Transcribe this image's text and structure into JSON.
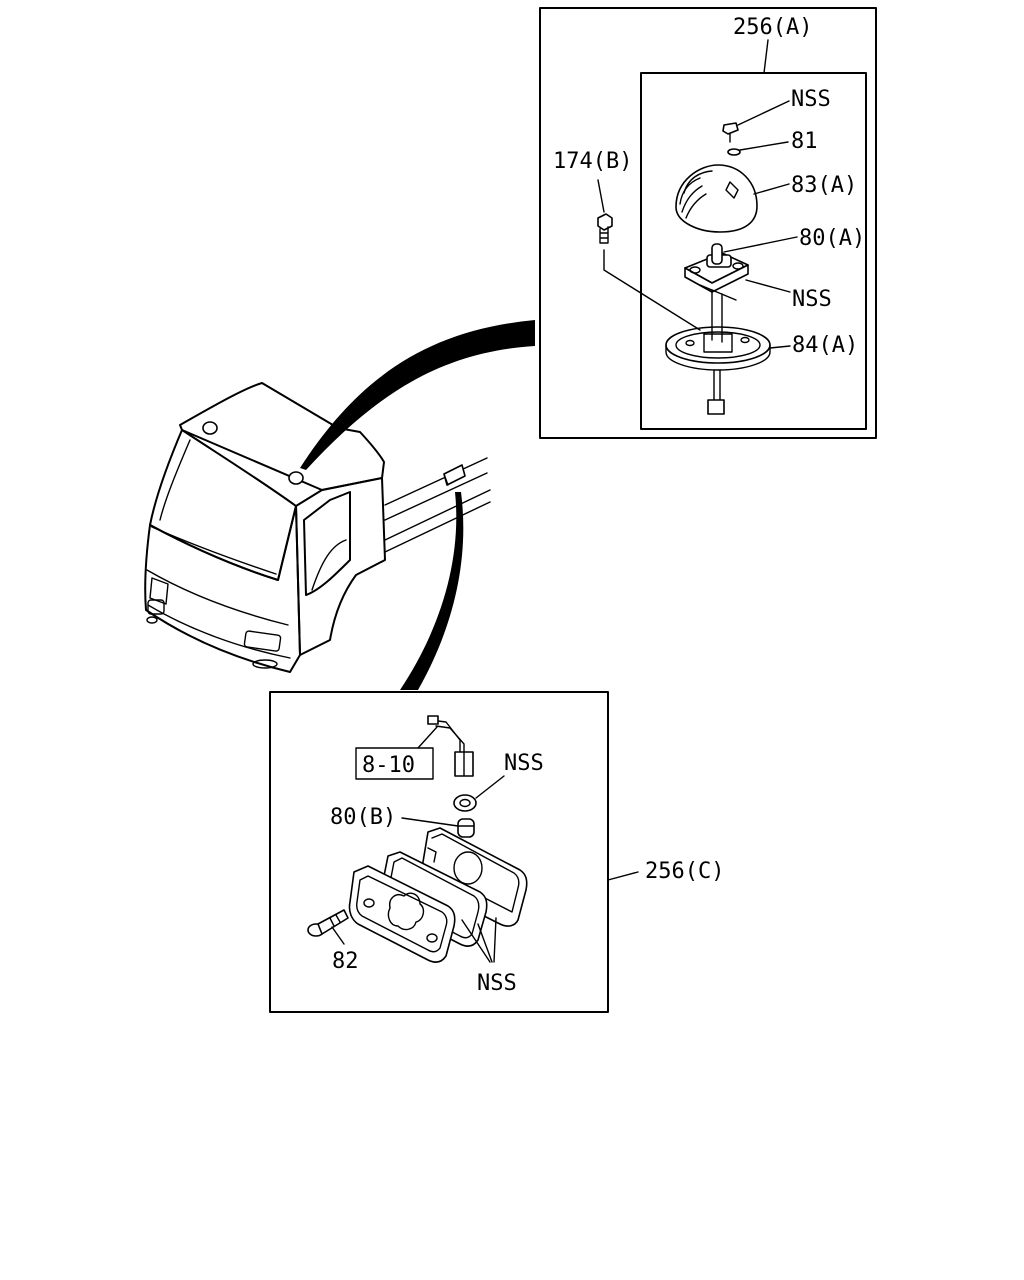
{
  "callouts": {
    "assembly_roof": "256(A)",
    "assembly_side": "256(C)",
    "screw_top": "NSS",
    "washer": "81",
    "lens_dome": "83(A)",
    "bulb_roof": "80(A)",
    "socket_nss": "NSS",
    "base": "84(A)",
    "bolt_roof": "174(B)",
    "ref_box": "8-10",
    "connector_nss": "NSS",
    "bulb_side": "80(B)",
    "bolt_side": "82",
    "gasket_nss": "NSS"
  }
}
